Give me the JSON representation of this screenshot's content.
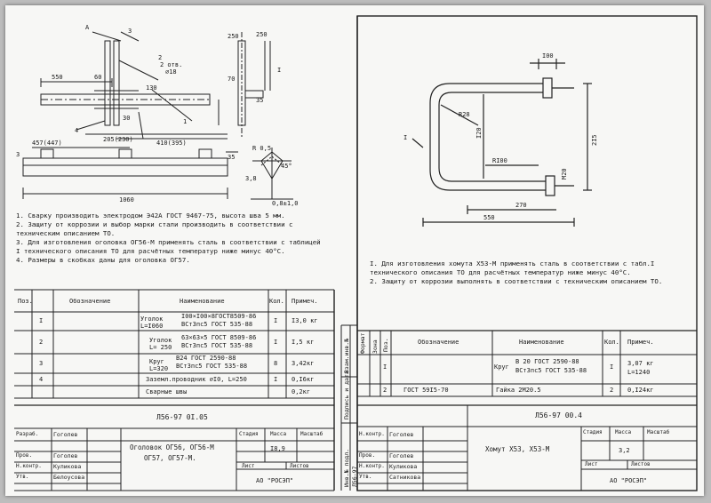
{
  "left": {
    "dims": {
      "a": "A",
      "d3": "3",
      "d2": "2",
      "d1": "1",
      "d4": "4",
      "holes": "2 отв.",
      "dia": "⌀18",
      "l550": "550",
      "l60": "60",
      "l130": "130",
      "l30": "30",
      "l205": "205(230)",
      "l410": "410(395)",
      "l457": "457(447)",
      "l1060": "1060",
      "l35": "35",
      "l3": "3",
      "l250": "250",
      "l70": "70",
      "l35b": "35",
      "l250b": "250",
      "roman1": "I",
      "r05": "R 0,5",
      "ang45": "45°",
      "l38": "3,8",
      "l08": "0,8±1,0"
    },
    "notes": [
      "1. Сварку производить электродом Э42А ГОСТ 9467-75, высота шва 5 мм.",
      "2. Защиту от коррозии и выбор марки стали производить в соответствии с техническим описанием ТО.",
      "3. Для изготовления оголовка ОГ56-М применять сталь в соответствии с таблицей I технического описания ТО для расчётных температур ниже минус 40°С.",
      "4. Размеры в скобках даны для оголовка ОГ57."
    ],
    "table_header": {
      "pos": "Поз.",
      "designation": "Обозначение",
      "name": "Наименование",
      "qty": "Кол.",
      "note": "Примеч."
    },
    "rows": [
      {
        "pos": "I",
        "name1": "Уголок",
        "name2": "L=I060",
        "spec1": "I00×I00×8ГОСТ8509-86",
        "spec2": "ВСт3пс5 ГОСТ 535-88",
        "qty": "I",
        "note": "I3,0 кг"
      },
      {
        "pos": "2",
        "name1": "Уголок",
        "name2": "L= 250",
        "spec1": "63×63×5 ГОСТ 8509-86",
        "spec2": "ВСт3пс5 ГОСТ 535-88",
        "qty": "I",
        "note": "I,5 кг"
      },
      {
        "pos": "3",
        "name1": "Круг",
        "name2": "L=320",
        "spec1": "В24 ГОСТ 2590-88",
        "spec2": "ВСт3пс5 ГОСТ 535-88",
        "qty": "8",
        "note": "3,42кг"
      },
      {
        "pos": "4",
        "name1": "Заземл.проводник ⌀I0, L=250",
        "name2": "",
        "spec1": "",
        "spec2": "",
        "qty": "I",
        "note": "0,I6кг"
      },
      {
        "pos": "",
        "name1": "Сварные швы",
        "name2": "",
        "spec1": "",
        "spec2": "",
        "qty": "",
        "note": "0,2кг"
      }
    ],
    "stamp": {
      "code": "Л56-97 0I.05",
      "title1": "Оголовок ОГ56, ОГ56-М",
      "title2": "ОГ57, ОГ57-М.",
      "stage": "Стадия",
      "mass": "Масса",
      "scale": "Масштаб",
      "mass_val": "I8,9",
      "sheet": "Лист",
      "sheets": "Листов",
      "org": "АО \"РОСЭП\"",
      "people": [
        {
          "role": "Разраб.",
          "name": "Гоголев"
        },
        {
          "role": "Пров.",
          "name": "Гоголев"
        },
        {
          "role": "Н.контр.",
          "name": "Куликова"
        },
        {
          "role": "Утв.",
          "name": "Белоусова"
        }
      ]
    }
  },
  "right": {
    "dims": {
      "l100": "I00",
      "r28": "R28",
      "l120": "I20",
      "r100": "RI00",
      "l215": "2I5",
      "m20": "М20",
      "l270": "270",
      "l550": "550",
      "roman1": "I"
    },
    "notes": [
      "I. Для изготовления хомута Х53-М применять сталь в соответствии с табл.I технического описания ТО для расчётных температур ниже минус 40°С.",
      "2. Защиту от коррозии выполнять в соответствии с техническим описанием ТО."
    ],
    "table_header": {
      "format": "Формат",
      "zone": "Зона",
      "pos": "Поз.",
      "designation": "Обозначение",
      "name": "Наименование",
      "qty": "Кол.",
      "note": "Примеч."
    },
    "rows": [
      {
        "pos": "I",
        "designation": "",
        "name1": "Круг",
        "spec1": "В 20 ГОСТ 2590-88",
        "spec2": "ВСт3пс5 ГОСТ 535-88",
        "qty": "I",
        "note": "3,07 кг",
        "note2": "L=1240"
      },
      {
        "pos": "2",
        "designation": "ГОСТ 59I5-70",
        "name1": "Гайка 2М20.5",
        "spec1": "",
        "spec2": "",
        "qty": "2",
        "note": "0,I24кг",
        "note2": ""
      }
    ],
    "stamp": {
      "code": "Л56-97 00.4",
      "title": "Хомут Х53, Х53-М",
      "stage": "Стадия",
      "mass": "Масса",
      "scale": "Масштаб",
      "mass_val": "3,2",
      "sheet": "Лист",
      "sheets": "Листов",
      "org": "АО \"РОСЭП\"",
      "people": [
        {
          "role": "Н.контр.",
          "name": "Гоголев"
        },
        {
          "role": "Пров.",
          "name": "Гоголев"
        },
        {
          "role": "Н.контр.",
          "name": "Куликова"
        },
        {
          "role": "Утв.",
          "name": "Сатникова"
        }
      ]
    },
    "side_labels": [
      "Инв.№ подл.",
      "Подпись и дата",
      "Взам.инв.№"
    ],
    "side_code": "Л56-97"
  }
}
